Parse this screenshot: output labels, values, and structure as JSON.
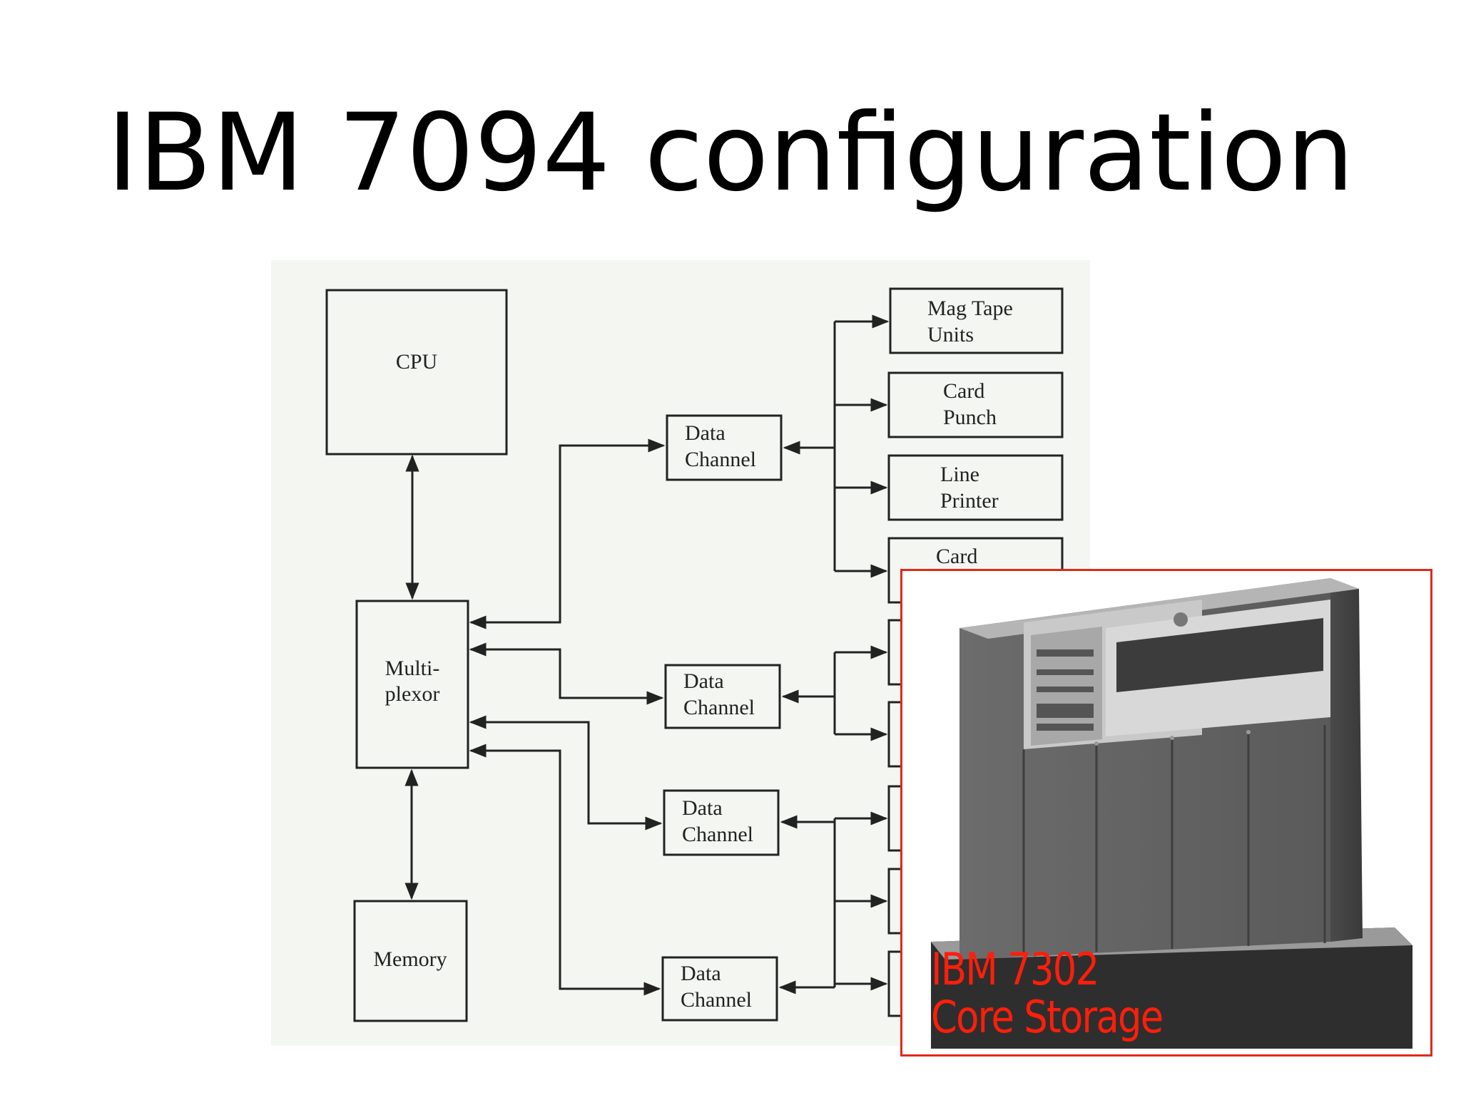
{
  "slide": {
    "title": "IBM 7094 configuration"
  },
  "diagram": {
    "cpu": "CPU",
    "multiplexor": [
      "Multi-",
      "plexor"
    ],
    "memory": "Memory",
    "channel_label": [
      "Data",
      "Channel"
    ],
    "devices": [
      [
        "Mag Tape",
        "Units"
      ],
      [
        "Card",
        "Punch"
      ],
      [
        "Line",
        "Printer"
      ],
      [
        "Card"
      ]
    ]
  },
  "photo": {
    "caption_line1": "IBM 7302",
    "caption_line2": "Core Storage",
    "caption_color": "#ff1e0a",
    "border_color": "#e02a1a"
  }
}
